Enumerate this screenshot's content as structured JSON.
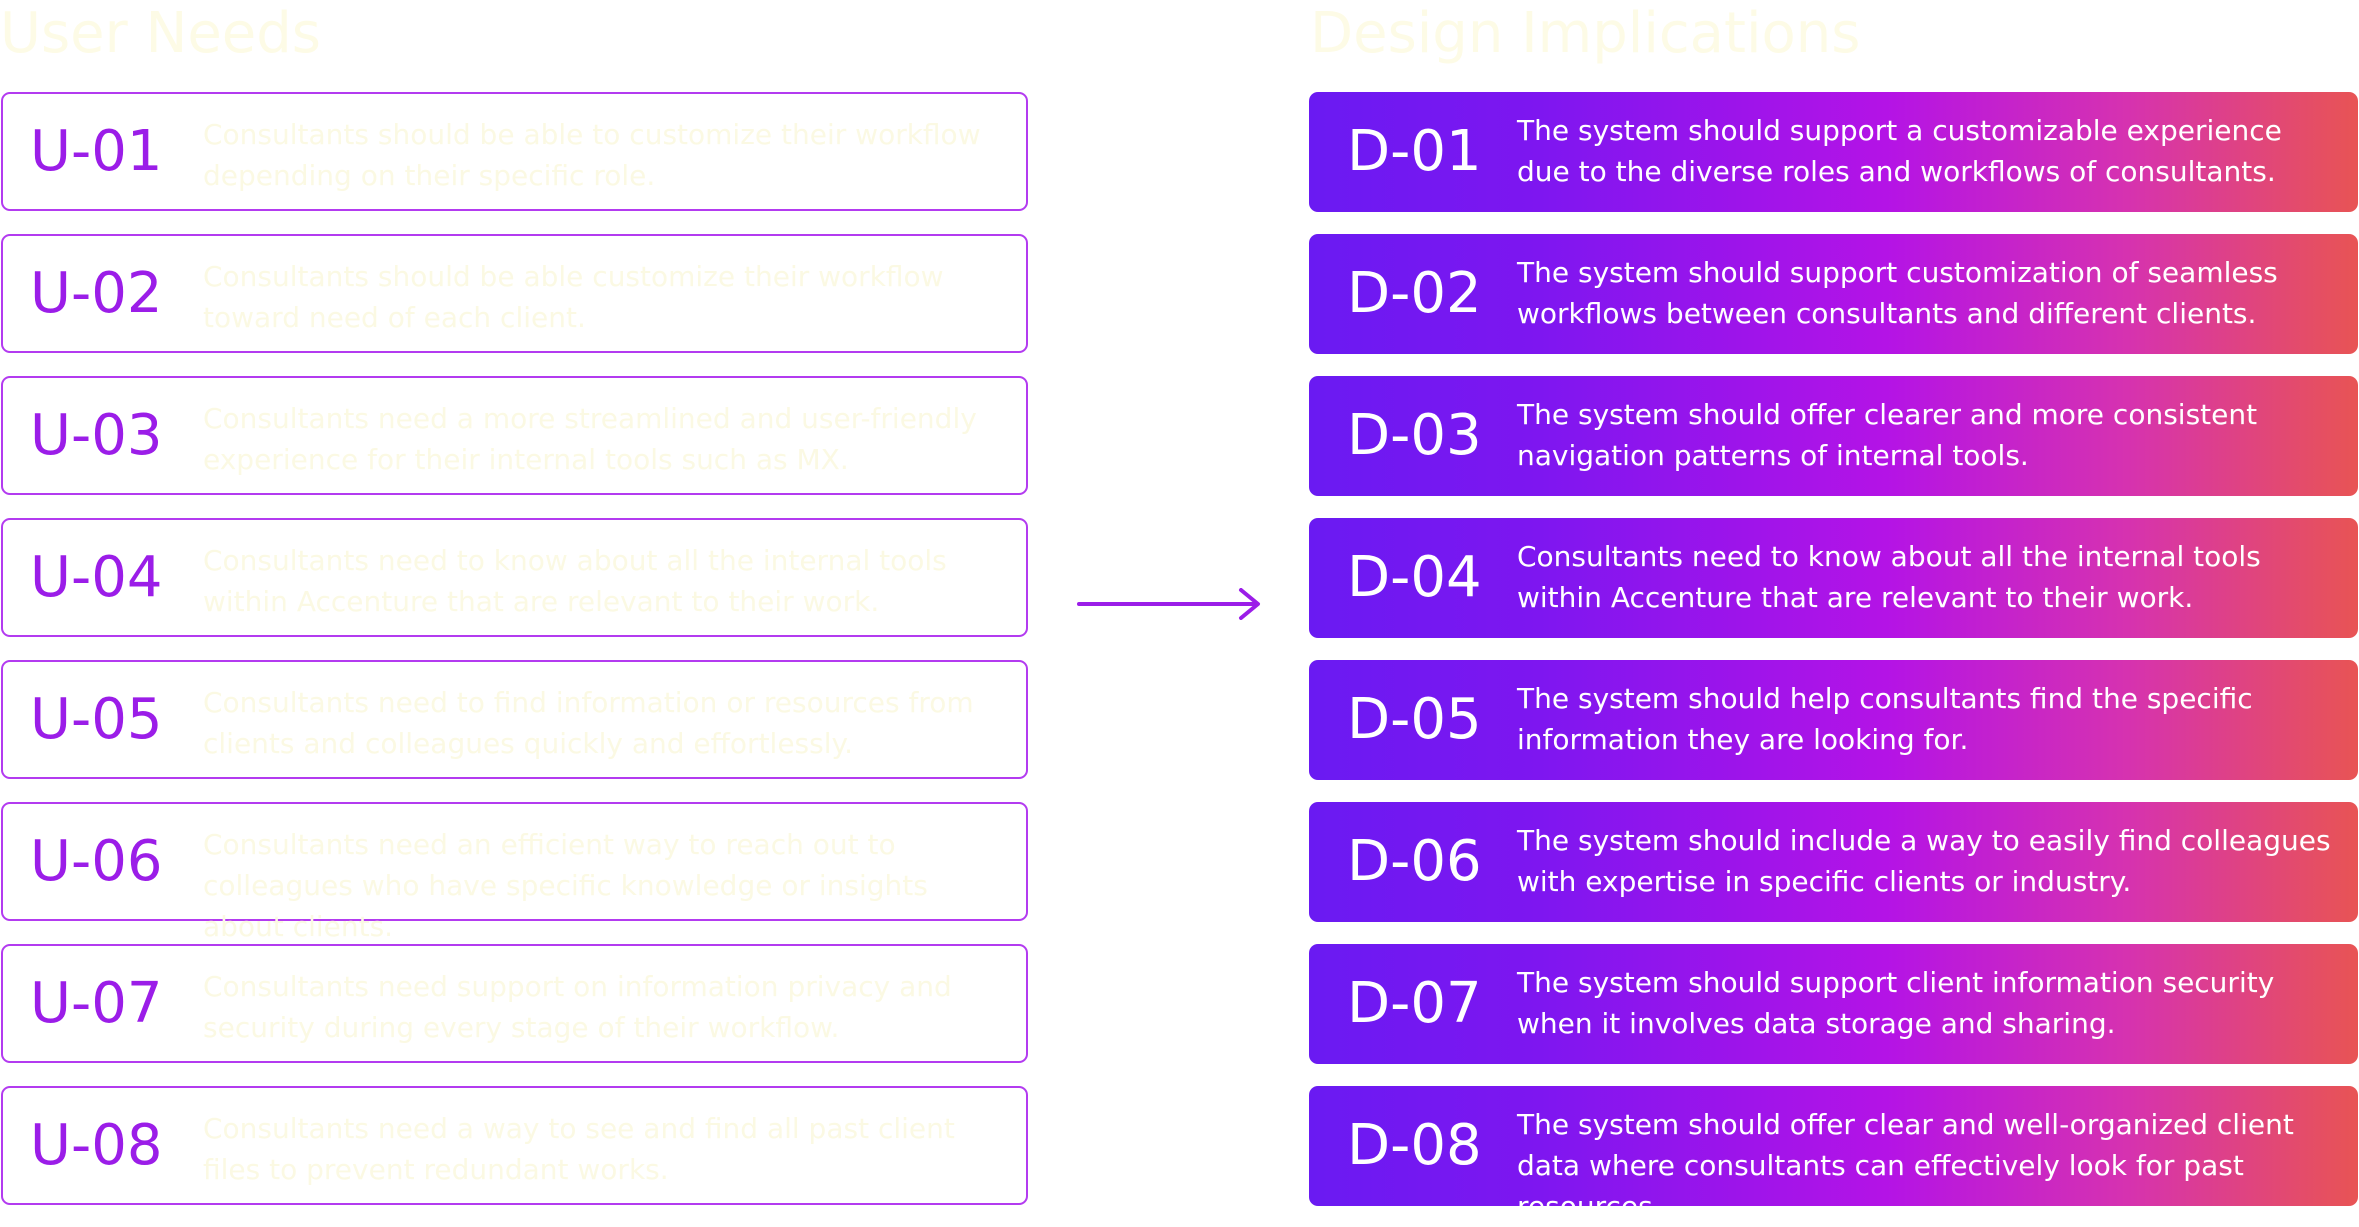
{
  "needs": {
    "heading": "User Needs",
    "items": [
      {
        "code": "U-01",
        "text": "Consultants should be able to customize their workflow depending on their specific role."
      },
      {
        "code": "U-02",
        "text": "Consultants should be able customize their workflow toward need of each client."
      },
      {
        "code": "U-03",
        "text": "Consultants need a more streamlined and user-friendly experience for their internal tools such as MX."
      },
      {
        "code": "U-04",
        "text": "Consultants need to know about all the internal tools within Accenture that are relevant to their work."
      },
      {
        "code": "U-05",
        "text": "Consultants need to find information or resources from clients and colleagues quickly and effortlessly."
      },
      {
        "code": "U-06",
        "text": "Consultants need an efficient way to reach out to colleagues who have specific knowledge or insights about clients."
      },
      {
        "code": "U-07",
        "text": "Consultants need support on information privacy and security during every stage of their workflow."
      },
      {
        "code": "U-08",
        "text": "Consultants need a way to see and find all past client files to prevent redundant works."
      }
    ]
  },
  "implications": {
    "heading": "Design Implications",
    "items": [
      {
        "code": "D-01",
        "text": "The system should support a customizable experience due to the diverse roles and workflows of consultants."
      },
      {
        "code": "D-02",
        "text": "The system should support customization of seamless workflows between consultants and different clients."
      },
      {
        "code": "D-03",
        "text": "The system should offer clearer and more consistent navigation patterns of internal tools."
      },
      {
        "code": "D-04",
        "text": "Consultants need to know about all the internal tools within Accenture that are relevant to their work."
      },
      {
        "code": "D-05",
        "text": "The system should help consultants find the specific information they are looking for."
      },
      {
        "code": "D-06",
        "text": "The system should include a way to easily find colleagues with expertise in specific clients or industry."
      },
      {
        "code": "D-07",
        "text": "The system should support client information security when it involves data storage and sharing."
      },
      {
        "code": "D-08",
        "text": "The system should offer clear and well-organized client data where consultants can effectively look for past resources."
      }
    ]
  },
  "arrow_icon": "arrow-right-icon",
  "colors": {
    "accent_purple": "#9b1de8",
    "card_border": "#b33bf0",
    "gradient_start": "#6a1af2",
    "gradient_mid": "#b413e6",
    "gradient_end": "#e85454",
    "faded_text": "#fbf9e3"
  }
}
